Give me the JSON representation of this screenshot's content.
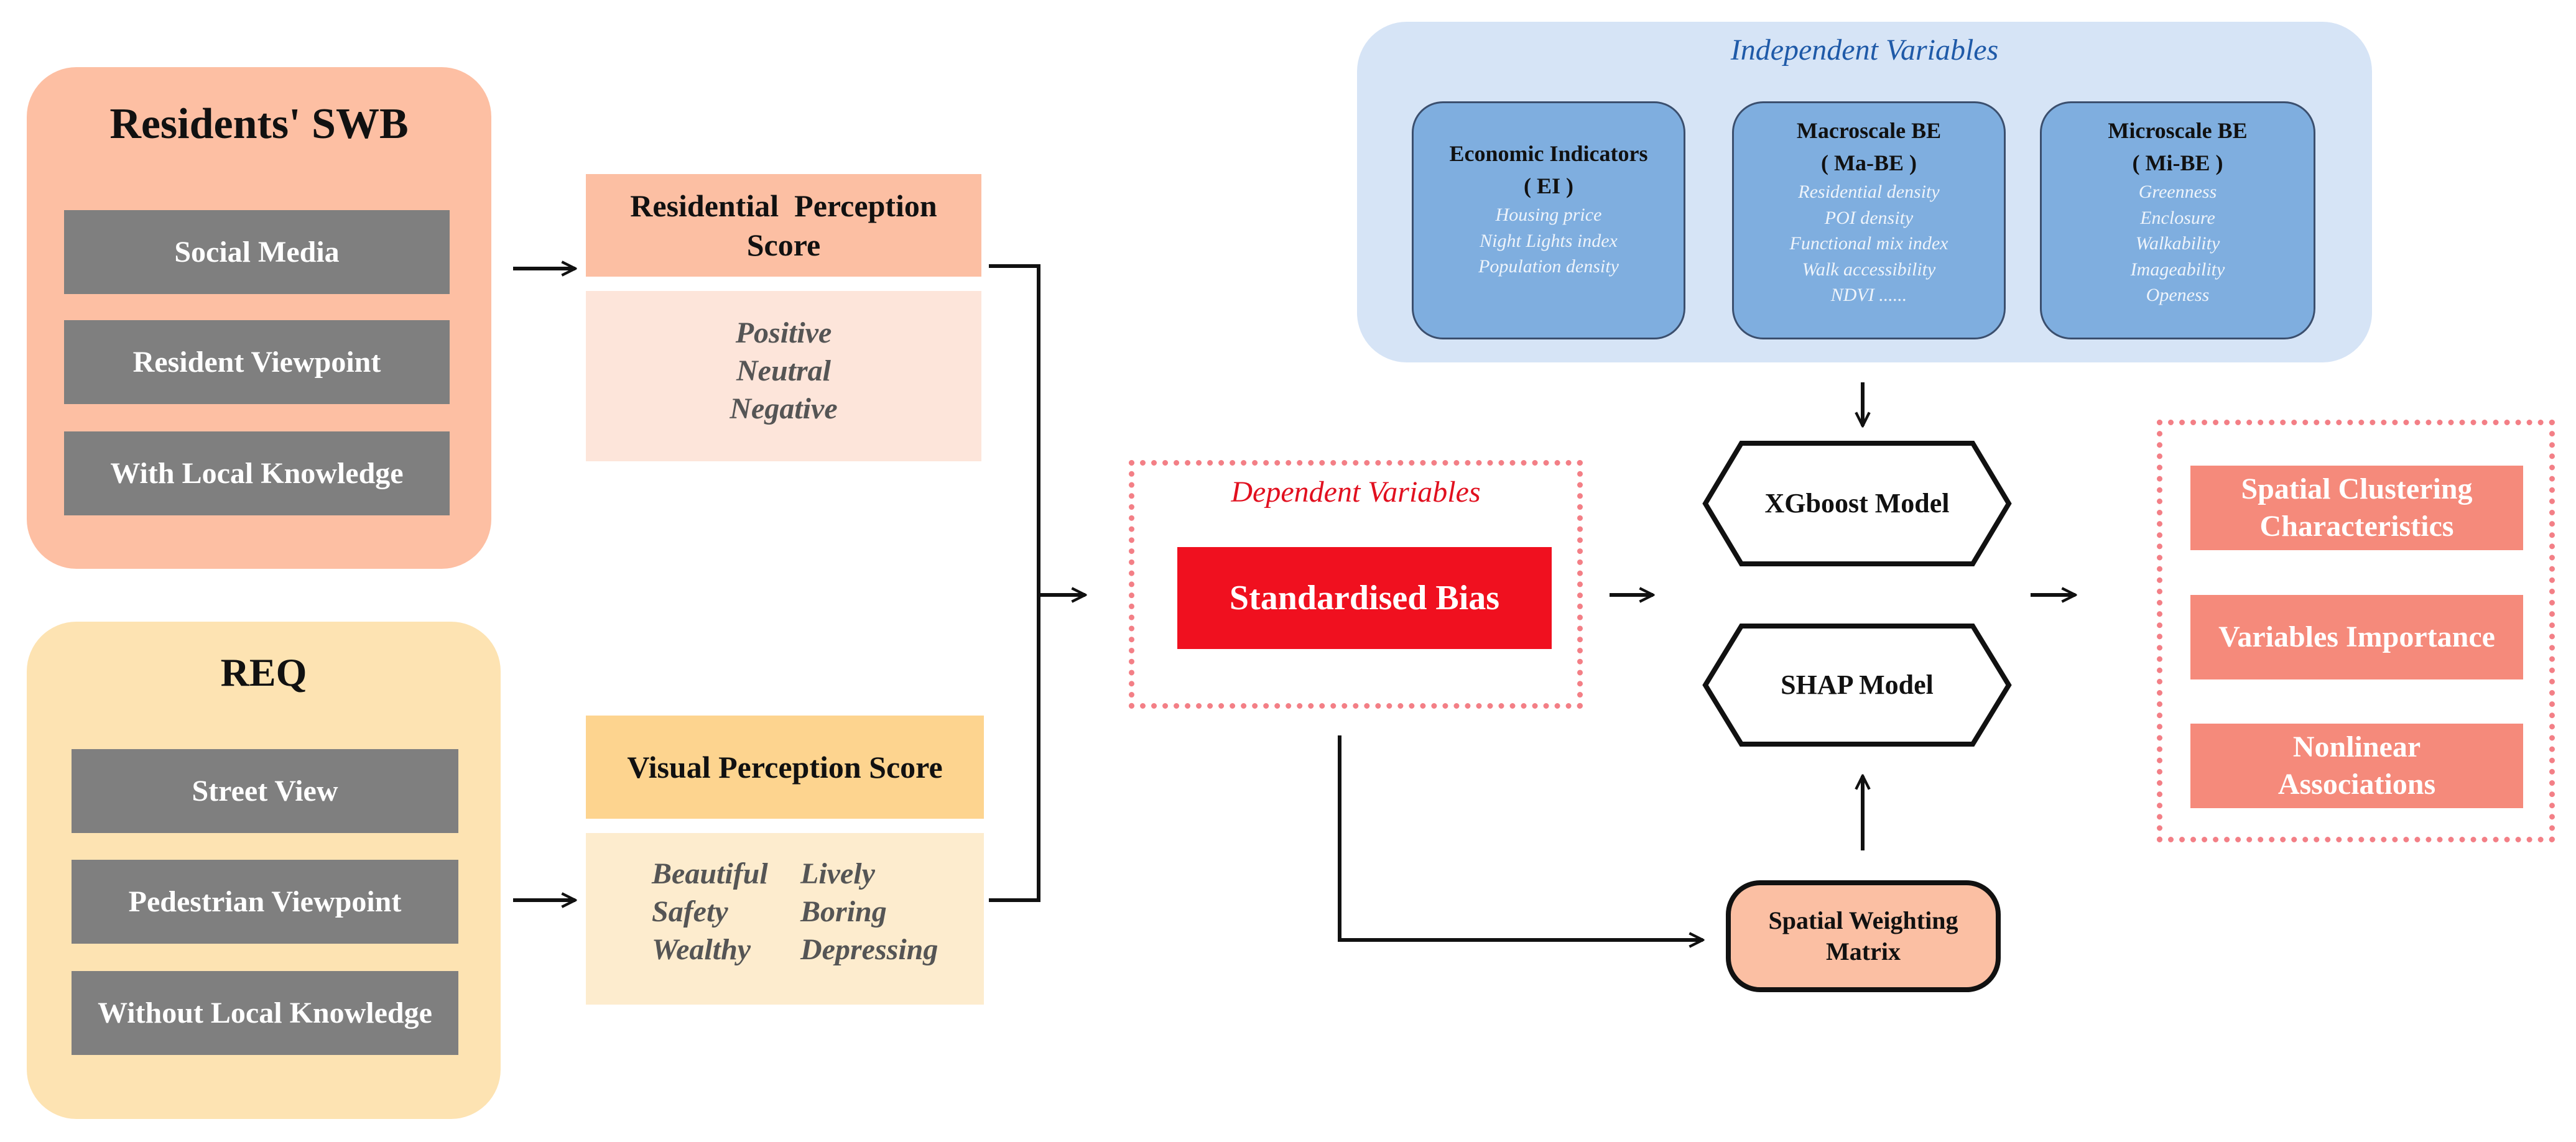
{
  "swb": {
    "title": "Residents' SWB",
    "items": [
      "Social Media",
      "Resident Viewpoint",
      "With Local Knowledge"
    ]
  },
  "req": {
    "title": "REQ",
    "items": [
      "Street View",
      "Pedestrian Viewpoint",
      "Without Local Knowledge"
    ]
  },
  "residential": {
    "header": "Residential  Perception Score",
    "labels": [
      "Positive",
      "Neutral",
      "Negative"
    ]
  },
  "visual": {
    "header": "Visual Perception Score",
    "col1": [
      "Beautiful",
      "Safety",
      "Wealthy"
    ],
    "col2": [
      "Lively",
      "Boring",
      "Depressing"
    ]
  },
  "dependent": {
    "title": "Dependent Variables",
    "box": "Standardised Bias"
  },
  "independent": {
    "title": "Independent Variables",
    "cards": [
      {
        "title1": "Economic Indicators",
        "title2": "( EI )",
        "items": [
          "Housing price",
          "Night Lights index",
          "Population density"
        ]
      },
      {
        "title1": "Macroscale BE",
        "title2": "( Ma-BE )",
        "items": [
          "Residential density",
          "POI density",
          "Functional mix index",
          "Walk accessibility",
          "NDVI ......"
        ]
      },
      {
        "title1": "Microscale BE",
        "title2": "( Mi-BE )",
        "items": [
          "Greenness",
          "Enclosure",
          "Walkability",
          "Imageability",
          "Openess"
        ]
      }
    ]
  },
  "models": {
    "xgboost": "XGboost Model",
    "shap": "SHAP Model",
    "spatial": "Spatial Weighting Matrix"
  },
  "outputs": [
    "Spatial Clustering Characteristics",
    "Variables Importance",
    "Nonlinear Associations"
  ],
  "colors": {
    "swb_panel": "#fdbfa3",
    "req_panel": "#fde3b2",
    "grey_box": "#7f7f7f",
    "res_header": "#fcbfa3",
    "res_body": "#fde5da",
    "vis_header": "#fdd48f",
    "vis_body": "#fdecce",
    "iv_panel": "#d6e4f6",
    "iv_card": "#7faedf",
    "dep_border": "#f37f86",
    "dep_box": "#f0101f",
    "spatial_box": "#fbbfa3",
    "output_box": "#f58a7b"
  }
}
